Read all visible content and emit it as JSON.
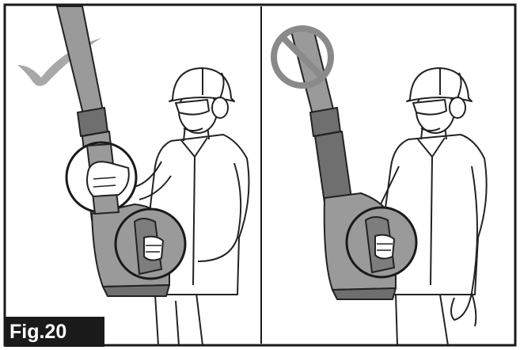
{
  "figure": {
    "label": "Fig.20",
    "panels": [
      {
        "name": "correct-usage",
        "mark": "check-icon"
      },
      {
        "name": "incorrect-usage",
        "mark": "prohibited-icon"
      }
    ],
    "colors": {
      "frame": "#1a1a1a",
      "blower": "#9a9a9a",
      "blower_dark": "#6f6f6f",
      "check_mark": "#a8a8a8",
      "prohibit_ring": "#8a8a8a",
      "line": "#222222"
    }
  }
}
